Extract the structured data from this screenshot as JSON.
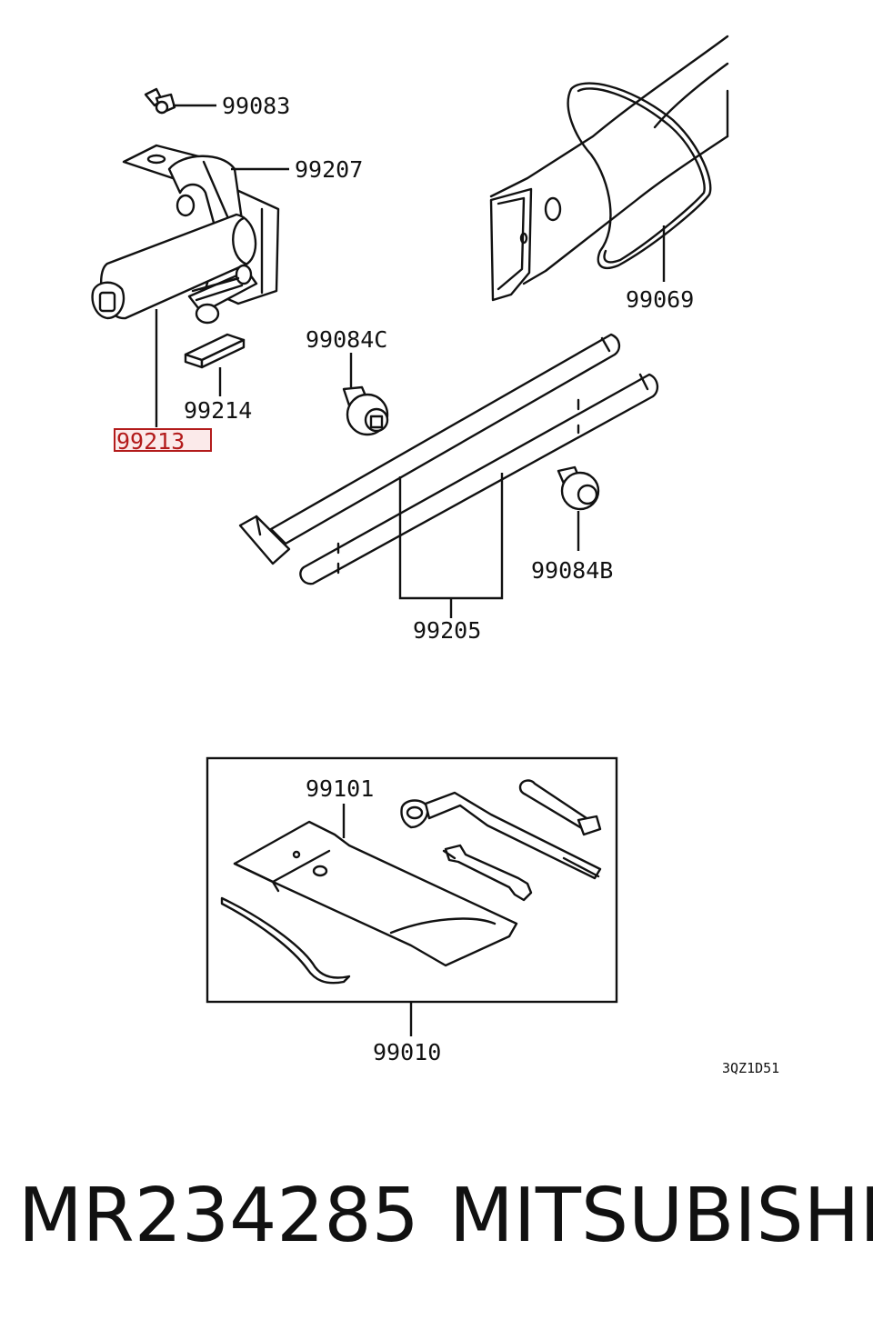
{
  "diagram": {
    "labels": {
      "wing_nut": "99083",
      "jack_bracket": "99207",
      "strap_band": "99069",
      "clip_c": "99084C",
      "jack_pad": "99214",
      "jack": "99213",
      "clip_b": "99084B",
      "jack_handle": "99205",
      "tool_bag": "99101",
      "tool_set": "99010"
    },
    "highlighted_part": "99213",
    "drawing_code": "3QZ1D51"
  },
  "footer": {
    "part_number": "MR234285",
    "brand": "MITSUBISHI"
  },
  "colors": {
    "line_art": "#111111",
    "highlight": "#b31b1b",
    "background": "#ffffff"
  }
}
